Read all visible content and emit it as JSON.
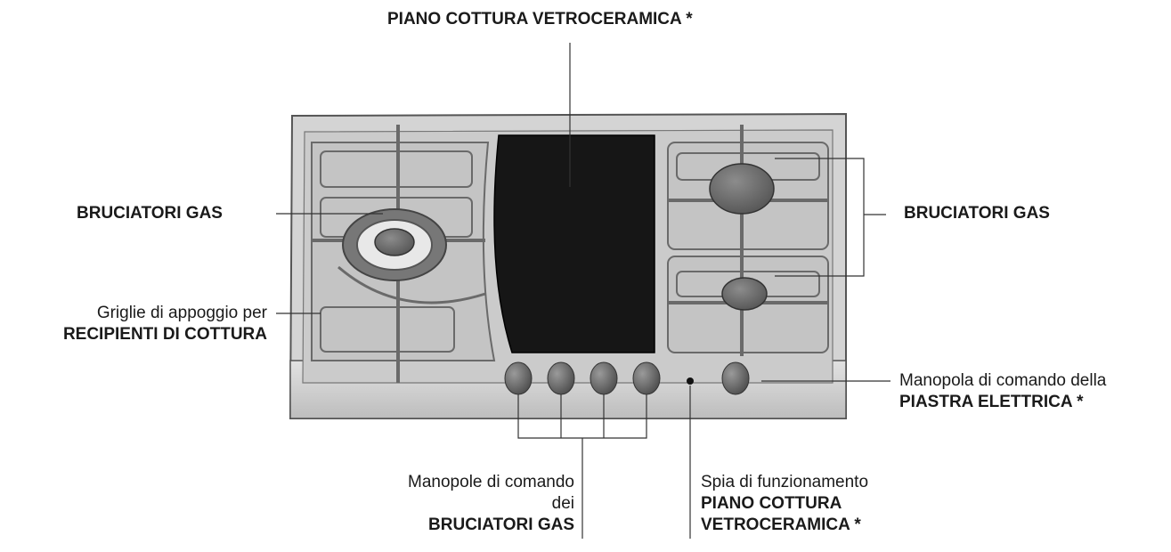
{
  "labels": {
    "ceramic_top": "PIANO COTTURA VETROCERAMICA *",
    "burners_left": "BRUCIATORI GAS",
    "burners_right": "BRUCIATORI GAS",
    "grids_line1": "Griglie di appoggio per",
    "grids_line2": "RECIPIENTI DI COTTURA",
    "electric_knob_line1": "Manopola di comando della",
    "electric_knob_line2": "PIASTRA ELETTRICA *",
    "gas_knobs_line1": "Manopole di comando",
    "gas_knobs_line2": "dei",
    "gas_knobs_line3": "BRUCIATORI GAS",
    "indicator_line1": "Spia di funzionamento",
    "indicator_line2": "PIANO COTTURA",
    "indicator_line3": "VETROCERAMICA *"
  },
  "colors": {
    "hob_body": "#d2d2d2",
    "hob_edge": "#555555",
    "glass_zone": "#161616",
    "burner_cap": "#6e6e6e",
    "knob": "#7a7a7a",
    "leader_line": "#333333"
  }
}
